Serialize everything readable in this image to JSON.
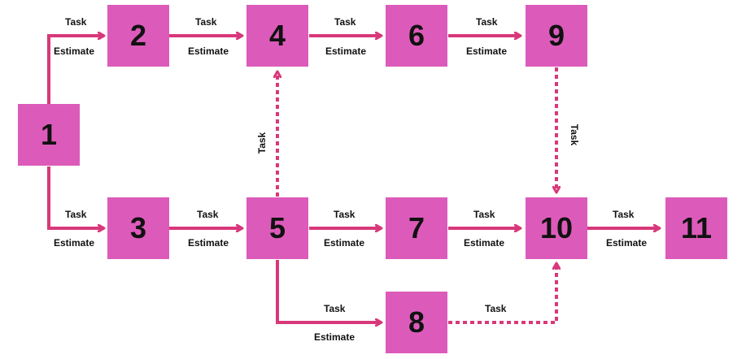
{
  "colors": {
    "node_fill": "#dc5bba",
    "edge": "#d8387a",
    "text": "#111111"
  },
  "nodes": [
    "1",
    "2",
    "3",
    "4",
    "5",
    "6",
    "7",
    "8",
    "9",
    "10",
    "11"
  ],
  "edges": [
    {
      "from": "1",
      "to": "2",
      "style": "solid",
      "top": "Task",
      "bottom": "Estimate"
    },
    {
      "from": "1",
      "to": "3",
      "style": "solid",
      "top": "Task",
      "bottom": "Estimate"
    },
    {
      "from": "2",
      "to": "4",
      "style": "solid",
      "top": "Task",
      "bottom": "Estimate"
    },
    {
      "from": "4",
      "to": "6",
      "style": "solid",
      "top": "Task",
      "bottom": "Estimate"
    },
    {
      "from": "6",
      "to": "9",
      "style": "solid",
      "top": "Task",
      "bottom": "Estimate"
    },
    {
      "from": "3",
      "to": "5",
      "style": "solid",
      "top": "Task",
      "bottom": "Estimate"
    },
    {
      "from": "5",
      "to": "7",
      "style": "solid",
      "top": "Task",
      "bottom": "Estimate"
    },
    {
      "from": "7",
      "to": "10",
      "style": "solid",
      "top": "Task",
      "bottom": "Estimate"
    },
    {
      "from": "10",
      "to": "11",
      "style": "solid",
      "top": "Task",
      "bottom": "Estimate"
    },
    {
      "from": "5",
      "to": "8",
      "style": "solid",
      "top": "Task",
      "bottom": "Estimate"
    },
    {
      "from": "5",
      "to": "4",
      "style": "dotted",
      "top": "Task"
    },
    {
      "from": "9",
      "to": "10",
      "style": "dotted",
      "top": "Task"
    },
    {
      "from": "8",
      "to": "10",
      "style": "dotted",
      "top": "Task"
    }
  ]
}
